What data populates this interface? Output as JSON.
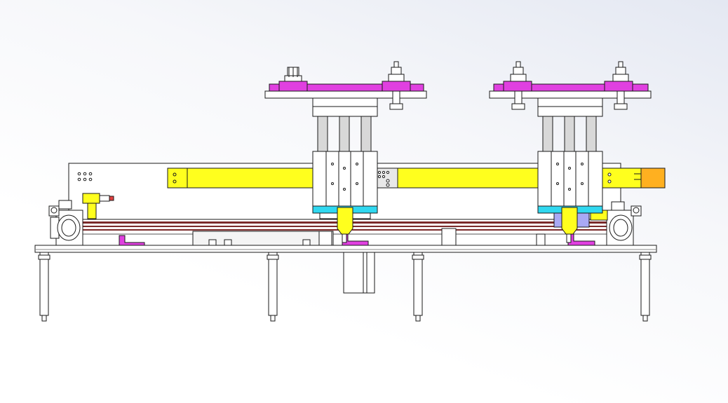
{
  "view": {
    "background_top": "#e4e8f2",
    "background_bottom": "#ffffff"
  },
  "colors": {
    "outline": "#1a1a1a",
    "body": "#ffffff",
    "yellow_rail": "#ffff1e",
    "orange_tip": "#ffb020",
    "magenta": "#e040e0",
    "cyan": "#30d8f0",
    "lavender": "#a9a9f5",
    "gray_part": "#c8c8c8",
    "dark_red_strip": "#7a2a2a"
  },
  "components": [
    {
      "id": "base-frame",
      "label": ""
    },
    {
      "id": "left-gripper-assembly",
      "label": ""
    },
    {
      "id": "right-gripper-assembly",
      "label": ""
    },
    {
      "id": "linear-rail",
      "label": ""
    },
    {
      "id": "left-end-cylinder",
      "label": ""
    },
    {
      "id": "right-end-cylinder",
      "label": ""
    },
    {
      "id": "drive-motor",
      "label": ""
    }
  ]
}
